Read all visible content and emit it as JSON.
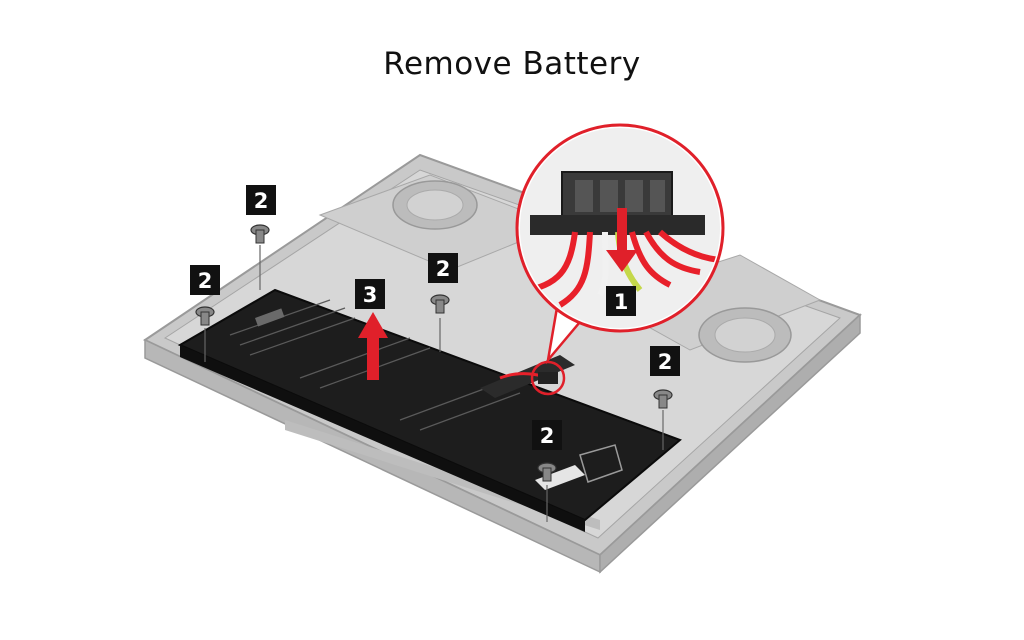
{
  "title": "Remove Battery",
  "colors": {
    "callout_bg": "#111111",
    "callout_text": "#ffffff",
    "arrow_red": "#e0202a",
    "chassis": "#c8c8c8",
    "chassis_edge": "#9a9a9a",
    "battery": "#1c1c1c",
    "inner_panel": "#d9d9d9",
    "cable_red": "#e8202a"
  },
  "callouts": {
    "step1": "1",
    "step2": "2",
    "step3": "3"
  },
  "icons": [
    "screw-icon",
    "fan-icon",
    "up-arrow-icon",
    "down-arrow-icon",
    "connector-icon"
  ]
}
